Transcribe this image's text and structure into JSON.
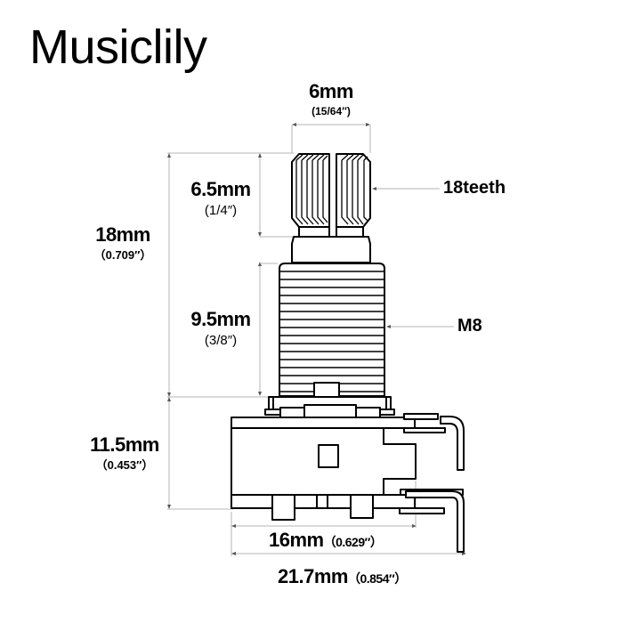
{
  "brand": "Musiclily",
  "dimensions": {
    "shaft_width": {
      "metric": "6mm",
      "imperial": "(15/64″)"
    },
    "shaft_length": {
      "metric": "6.5mm",
      "imperial": "(1/4″)"
    },
    "total_height": {
      "metric": "18mm",
      "imperial": "（0.709″）"
    },
    "thread_length": {
      "metric": "9.5mm",
      "imperial": "(3/8″)"
    },
    "body_height": {
      "metric": "11.5mm",
      "imperial": "（0.453″）"
    },
    "body_width": {
      "metric": "16mm",
      "imperial": "（0.629″）"
    },
    "overall_width": {
      "metric": "21.7mm",
      "imperial": "（0.854″）"
    }
  },
  "callouts": {
    "knurl": "18teeth",
    "thread": "M8"
  },
  "colors": {
    "line": "#000000",
    "dim_line": "#b0b0b0",
    "background": "#ffffff"
  }
}
